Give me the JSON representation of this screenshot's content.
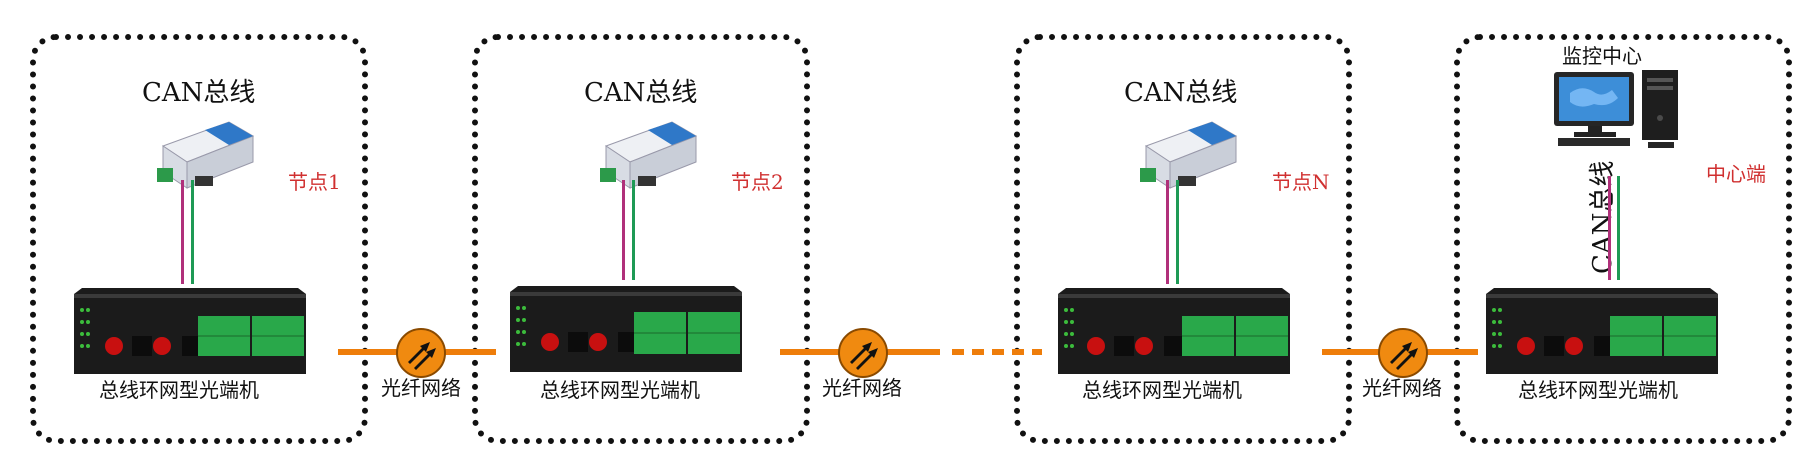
{
  "nodes": [
    {
      "title": "CAN总线",
      "node_label": "节点1",
      "device_label": "总线环网型光端机"
    },
    {
      "title": "CAN总线",
      "node_label": "节点2",
      "device_label": "总线环网型光端机"
    },
    {
      "title": "CAN总线",
      "node_label": "节点N",
      "device_label": "总线环网型光端机"
    }
  ],
  "center": {
    "title": "监控中心",
    "node_label": "中心端",
    "bus_label": "CAN总线",
    "device_label": "总线环网型光端机"
  },
  "fiber_labels": [
    "光纤网络",
    "光纤网络",
    "光纤网络"
  ],
  "colors": {
    "fiber": "#ee7d0a",
    "node_label": "#d03030",
    "wire_magenta": "#b0307a",
    "wire_green": "#1e9a55"
  }
}
